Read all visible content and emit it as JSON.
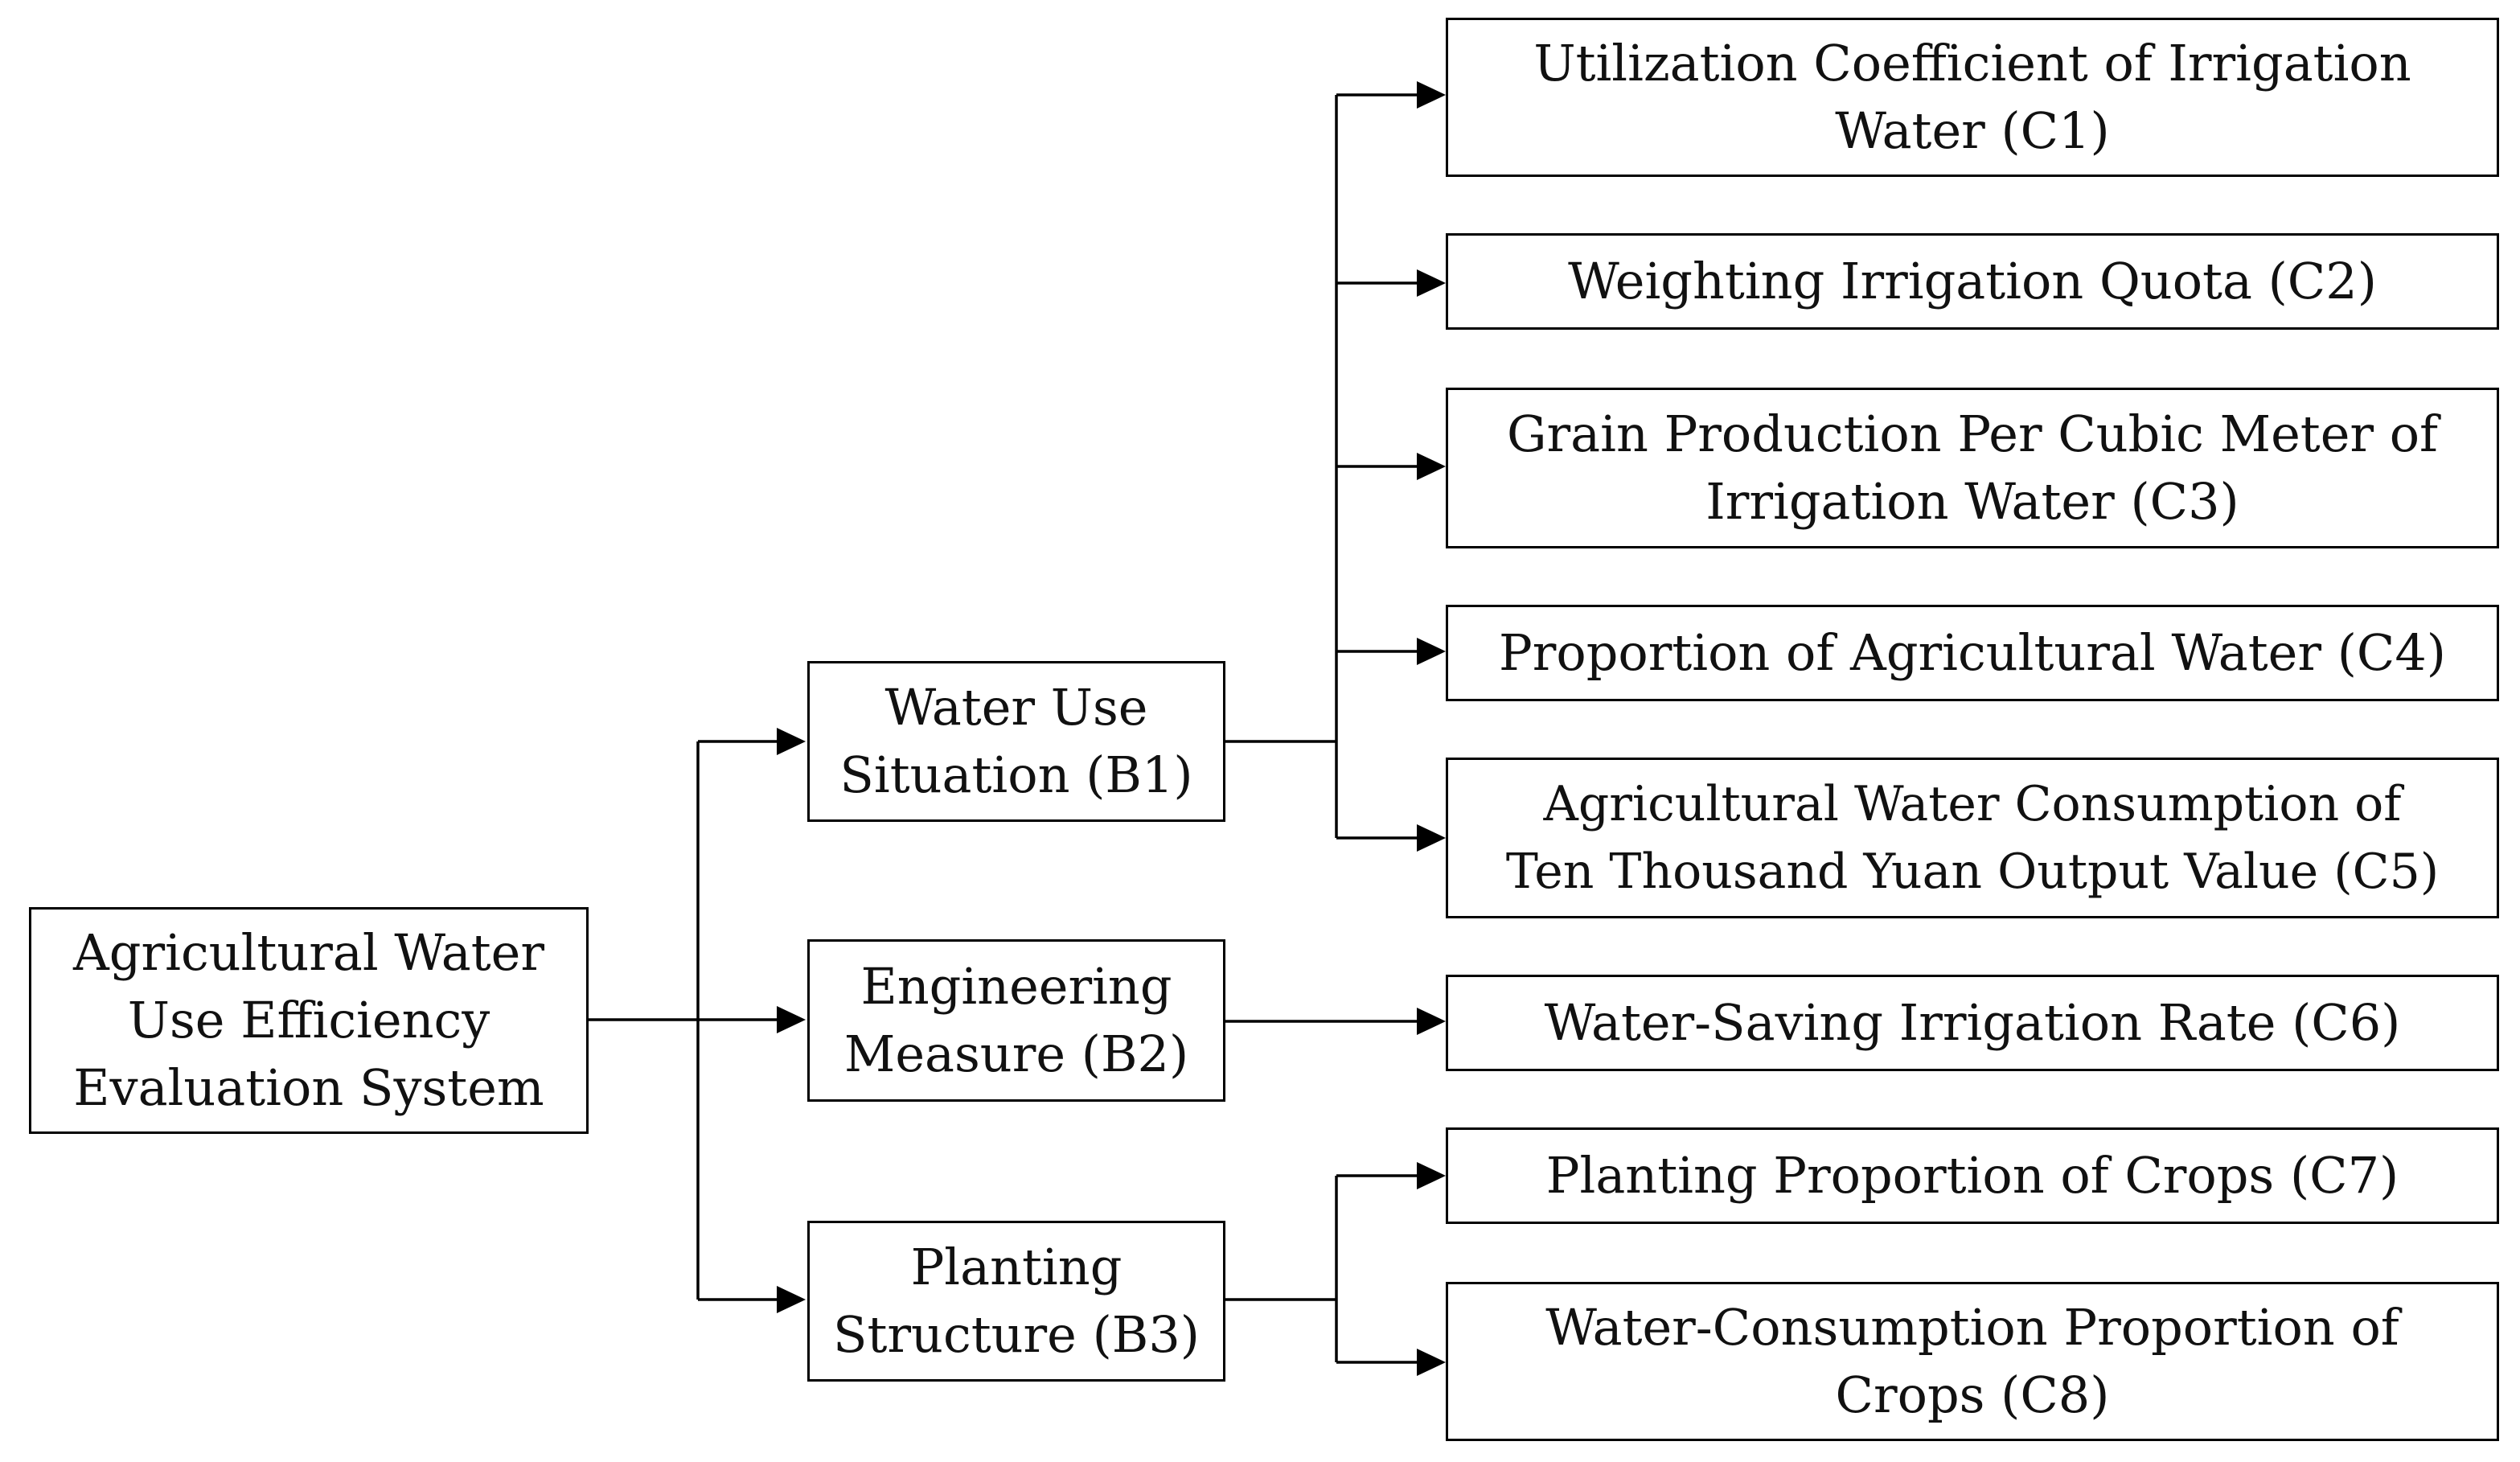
{
  "root": {
    "label": "Agricultural Water\nUse Efficiency\nEvaluation System"
  },
  "criteria": [
    {
      "id": "B1",
      "label": "Water Use\nSituation (B1)"
    },
    {
      "id": "B2",
      "label": "Engineering\nMeasure (B2)"
    },
    {
      "id": "B3",
      "label": "Planting\nStructure (B3)"
    }
  ],
  "indicators": [
    {
      "id": "C1",
      "parent": "B1",
      "label": "Utilization Coefficient of Irrigation\nWater (C1)"
    },
    {
      "id": "C2",
      "parent": "B1",
      "label": "Weighting Irrigation Quota (C2)"
    },
    {
      "id": "C3",
      "parent": "B1",
      "label": "Grain Production Per Cubic Meter of\nIrrigation Water (C3)"
    },
    {
      "id": "C4",
      "parent": "B1",
      "label": "Proportion of Agricultural Water (C4)"
    },
    {
      "id": "C5",
      "parent": "B1",
      "label": "Agricultural Water Consumption of\nTen Thousand Yuan Output Value (C5)"
    },
    {
      "id": "C6",
      "parent": "B2",
      "label": "Water-Saving Irrigation Rate (C6)"
    },
    {
      "id": "C7",
      "parent": "B3",
      "label": "Planting Proportion of Crops (C7)"
    },
    {
      "id": "C8",
      "parent": "B3",
      "label": "Water-Consumption Proportion of\nCrops (C8)"
    }
  ],
  "colors": {
    "line": "#000000",
    "text": "#111111",
    "background": "#ffffff"
  }
}
